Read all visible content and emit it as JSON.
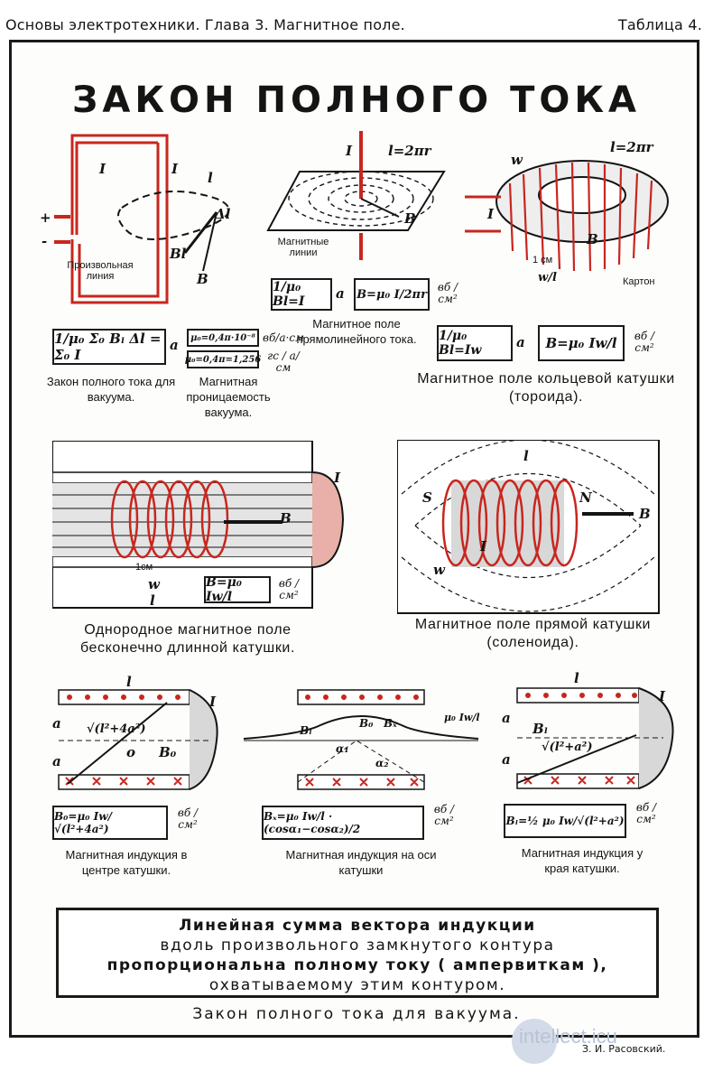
{
  "header": {
    "left": "Основы электротехники. Глава 3. Магнитное поле.",
    "right": "Таблица 4."
  },
  "title": "ЗАКОН ПОЛНОГО ТОКА",
  "colors": {
    "red": "#c8261e",
    "ink": "#141414"
  },
  "top_left": {
    "labels": {
      "I1": "I",
      "I2": "I",
      "l": "l",
      "dl": "Δl",
      "Bl": "Bl",
      "B": "B",
      "plus": "+",
      "minus": "-",
      "line": "Произвольная линия"
    },
    "formula": "1/μ₀ Σ₀ Bₗ Δl = Σ₀ I",
    "formula_tail": "a",
    "mu_formula_1": "μ₀=0,4π·10⁻⁸",
    "mu_unit_1": "вб/а·см",
    "mu_formula_2": "μ₀=0,4π=1,256",
    "mu_unit_2": "гс / а/см",
    "caption_law": "Закон полного тока для вакуума.",
    "caption_mu": "Магнитная проницаемость вакуума."
  },
  "top_middle": {
    "labels": {
      "I": "I",
      "l": "l=2πr",
      "B": "B",
      "lines": "Магнитные линии"
    },
    "formula1": "1/μ₀ Bl=I",
    "formula1_tail": "a",
    "formula2": "B=μ₀ I/2πr",
    "unit": "вб / см²",
    "caption": "Магнитное поле прямолинейного тока."
  },
  "top_right": {
    "labels": {
      "w": "w",
      "l": "l=2πr",
      "I": "I",
      "B": "B",
      "cm": "1 см",
      "wl": "w/l",
      "carton": "Картон"
    },
    "formula1": "1/μ₀ Bl=Iw",
    "formula1_tail": "a",
    "formula2": "B=μ₀ Iw/l",
    "unit": "вб / см²",
    "caption": "Магнитное поле кольцевой катушки (тороида)."
  },
  "mid_left": {
    "labels": {
      "I": "I",
      "B": "B",
      "cm": "1см",
      "w": "w",
      "l": "l"
    },
    "formula": "B=μ₀ Iw/l",
    "unit": "вб / см²",
    "caption": "Однородное магнитное поле бесконечно длинной катушки."
  },
  "mid_right": {
    "labels": {
      "l": "l",
      "S": "S",
      "N": "N",
      "B": "B",
      "w": "w",
      "I": "I"
    },
    "caption": "Магнитное поле прямой катушки (соленоида)."
  },
  "bottom": [
    {
      "formula": "B₀=μ₀ Iw/√(l²+4a²)",
      "unit": "вб / см²",
      "caption": "Магнитная индукция в центре катушки.",
      "labels": {
        "l": "l",
        "a": "a",
        "I": "I",
        "B": "B₀",
        "o": "o",
        "sqrt": "√(l²+4a²)"
      }
    },
    {
      "formula": "Bₓ=μ₀ Iw/l · (cosα₁−cosα₂)/2",
      "unit": "вб / см²",
      "caption": "Магнитная индукция на оси катушки",
      "labels": {
        "Bl": "Bₗ",
        "B0": "B₀",
        "Bx": "Bₓ",
        "a1": "α₁",
        "a2": "α₂",
        "mu": "μ₀ Iw/l"
      }
    },
    {
      "formula": "Bₗ=½ μ₀ Iw/√(l²+a²)",
      "unit": "вб / см²",
      "caption": "Магнитная индукция у края катушки.",
      "labels": {
        "l": "l",
        "a": "a",
        "I": "I",
        "B": "Bₗ",
        "sqrt": "√(l²+a²)"
      }
    }
  ],
  "statement": {
    "line1": "Линейная сумма вектора индукции",
    "line2": "вдоль произвольного замкнутого контура",
    "line3": "пропорциональна полному току ( ампервиткам ),",
    "line4": "охватываемому этим контуром."
  },
  "footer_law": "Закон полного тока для вакуума.",
  "author": "З. И. Расовский.",
  "watermark": "intellect.icu"
}
